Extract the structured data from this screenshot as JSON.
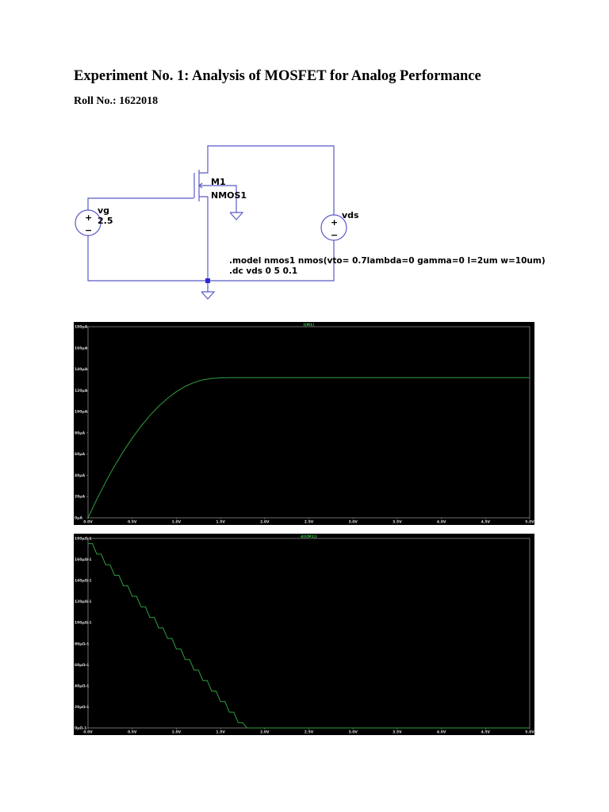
{
  "document": {
    "title": "Experiment  No. 1: Analysis of MOSFET for Analog Performance",
    "roll": "Roll No.: 1622018"
  },
  "schematic": {
    "vg_name": "vg",
    "vg_value": "2.5",
    "vds_name": "vds",
    "m1_name": "M1",
    "m1_model": "NMOS1",
    "plus_sign": "+",
    "minus_sign": "−",
    "model_line": ".model nmos1 nmos(vto= 0.7lambda=0 gamma=0 l=2um w=10um)",
    "dc_line": ".dc vds 0 5 0.1",
    "wire_color": "#5a5ac8",
    "text_color": "#000000"
  },
  "chart_data": [
    {
      "type": "line",
      "title": "I(M1)",
      "x_ticks": [
        "0.0V",
        "0.5V",
        "1.0V",
        "1.5V",
        "2.0V",
        "2.5V",
        "3.0V",
        "3.5V",
        "4.0V",
        "4.5V",
        "5.0V"
      ],
      "y_ticks": [
        "0µA",
        "20µA",
        "40µA",
        "60µA",
        "80µA",
        "100µA",
        "120µA",
        "140µA",
        "160µA",
        "180µA"
      ],
      "xlim": [
        0,
        5
      ],
      "ylim": [
        0,
        180
      ],
      "series": [
        {
          "x": [
            0,
            0.1,
            0.2,
            0.3,
            0.4,
            0.5,
            0.6,
            0.7,
            0.8,
            0.9,
            1.0,
            1.1,
            1.2,
            1.3,
            1.4,
            1.5,
            1.6,
            1.7,
            1.8,
            2.0,
            2.5,
            3.0,
            3.5,
            4.0,
            4.5,
            5.0
          ],
          "y": [
            0,
            17.5,
            33.8,
            48.8,
            62.5,
            75.0,
            86.3,
            96.3,
            105.0,
            112.5,
            118.8,
            123.8,
            127.5,
            130.0,
            131.3,
            131.8,
            132.0,
            132.0,
            132.0,
            132.0,
            132.0,
            132.0,
            132.0,
            132.0,
            132.0,
            132.0
          ],
          "color": "#2e9e3e"
        }
      ],
      "background": "#000000",
      "grid": false
    },
    {
      "type": "line",
      "title": "d(I(M1))",
      "x_ticks": [
        "0.0V",
        "0.5V",
        "1.0V",
        "1.5V",
        "2.0V",
        "2.5V",
        "3.0V",
        "3.5V",
        "4.0V",
        "4.5V",
        "5.0V"
      ],
      "y_ticks": [
        "0µΩ-1",
        "20µΩ-1",
        "40µΩ-1",
        "60µΩ-1",
        "80µΩ-1",
        "100µΩ-1",
        "120µΩ-1",
        "140µΩ-1",
        "160µΩ-1",
        "180µΩ-1"
      ],
      "xlim": [
        0,
        5
      ],
      "ylim": [
        0,
        180
      ],
      "series": [
        {
          "x": [
            0,
            0.1,
            0.2,
            0.3,
            0.4,
            0.5,
            0.6,
            0.7,
            0.8,
            0.9,
            1.0,
            1.1,
            1.2,
            1.3,
            1.4,
            1.5,
            1.6,
            1.7,
            1.8,
            2.0,
            2.5,
            3.0,
            3.5,
            4.0,
            4.5,
            5.0
          ],
          "y": [
            175,
            165,
            155,
            145,
            135,
            125,
            115,
            105,
            95,
            85,
            75,
            65,
            55,
            45,
            35,
            25,
            15,
            5,
            0,
            0,
            0,
            0,
            0,
            0,
            0,
            0
          ],
          "color": "#2e9e3e",
          "step": true
        }
      ],
      "background": "#000000",
      "grid": false
    }
  ]
}
